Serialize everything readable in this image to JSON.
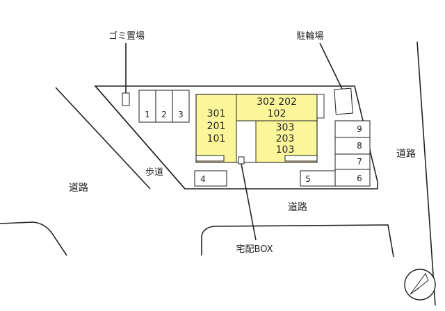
{
  "labels": {
    "garbage": "ゴミ置場",
    "bicycle": "駐輪場",
    "sidewalk": "歩道",
    "road_left": "道路",
    "road_right": "道路",
    "road_bottom": "道路",
    "delivery_box": "宅配BOX"
  },
  "units": {
    "left_block": [
      "301",
      "201",
      "101"
    ],
    "top_right_row": "302 202",
    "top_right_second": "102",
    "bottom_block": [
      "303",
      "203",
      "103"
    ]
  },
  "parking": {
    "top_row": [
      "1",
      "2",
      "3"
    ],
    "right_column": [
      "9",
      "8",
      "7",
      "6"
    ],
    "bottom_left": "4",
    "bottom_mid": "5"
  },
  "colors": {
    "building_fill": "#fcf69a",
    "building_stroke": "#333333"
  }
}
